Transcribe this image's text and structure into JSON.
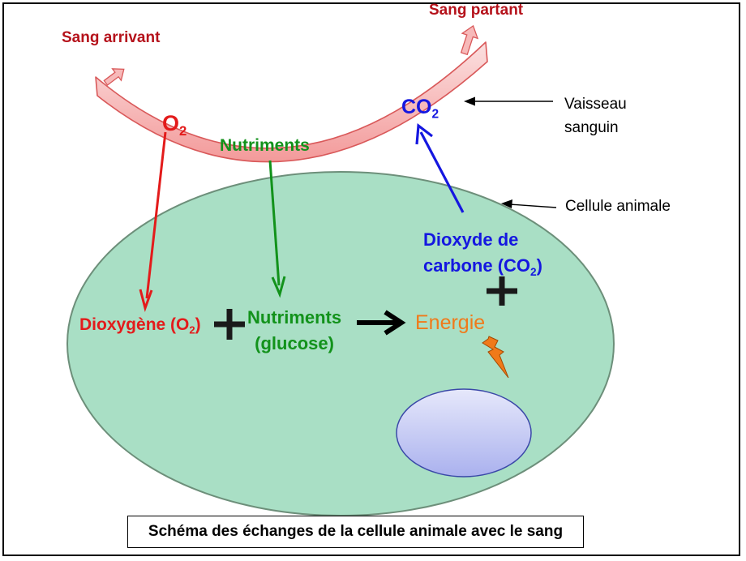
{
  "labels": {
    "blood_in": "Sang arrivant",
    "blood_out": "Sang partant",
    "vessel_line1": "Vaisseau",
    "vessel_line2": "sanguin",
    "cell": "Cellule animale",
    "o2_sym": "O",
    "o2_sub": "2",
    "co2_sym": "CO",
    "co2_sub": "2",
    "nutrients": "Nutriments",
    "co2_long_line1": "Dioxyde de",
    "co2_long_line2_prefix": "carbone (CO",
    "co2_long_line2_sub": "2",
    "co2_long_line2_suffix": ")",
    "o2_long_prefix": "Dioxygène (O",
    "o2_long_sub": "2",
    "o2_long_suffix": ")",
    "nutrients_glucose_line1": "Nutriments",
    "nutrients_glucose_line2": "(glucose)",
    "energy": "Energie",
    "caption": "Schéma des échanges de la cellule animale avec le sang"
  },
  "colors": {
    "vessel_fill": "#f7b9b9",
    "vessel_stroke": "#d9595a",
    "cell_fill": "#a9dfc5",
    "cell_stroke": "#6d8f7a",
    "nucleus_fill": "#bcc2f2",
    "nucleus_stroke": "#3a48a8",
    "red": "#e31b1b",
    "dark_red": "#b5121b",
    "green": "#12921b",
    "blue": "#1517e0",
    "orange": "#f07a1a"
  }
}
